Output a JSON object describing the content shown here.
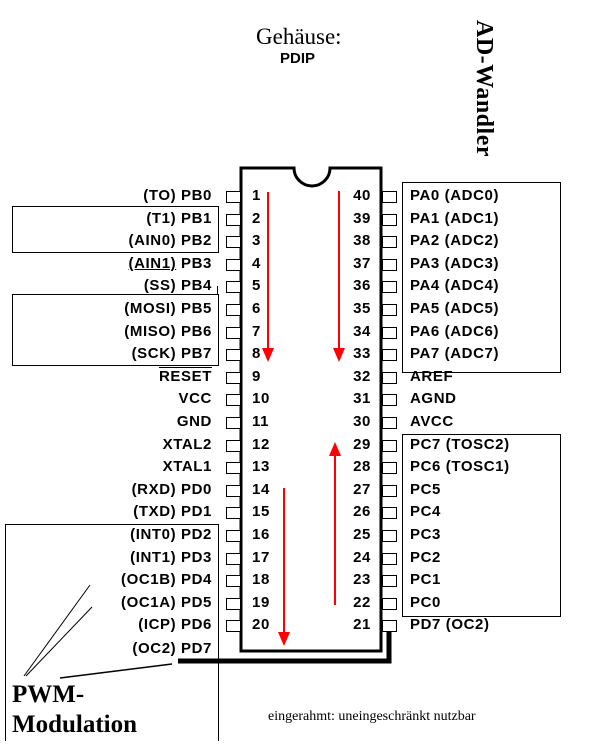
{
  "header": {
    "title": "Gehäuse:",
    "package": "PDIP",
    "side_note": "AD-Wandler"
  },
  "chip": {
    "left_pins": [
      {
        "num": "1",
        "func": "(TO)",
        "name": "PB0"
      },
      {
        "num": "2",
        "func": "(T1)",
        "name": "PB1"
      },
      {
        "num": "3",
        "func": "(AIN0)",
        "name": "PB2"
      },
      {
        "num": "4",
        "func": "(AIN1)",
        "name": "PB3"
      },
      {
        "num": "5",
        "func": "(SS)",
        "name": "PB4"
      },
      {
        "num": "6",
        "func": "(MOSI)",
        "name": "PB5"
      },
      {
        "num": "7",
        "func": "(MISO)",
        "name": "PB6"
      },
      {
        "num": "8",
        "func": "(SCK)",
        "name": "PB7"
      },
      {
        "num": "9",
        "func": "",
        "name": "RESET"
      },
      {
        "num": "10",
        "func": "",
        "name": "VCC"
      },
      {
        "num": "11",
        "func": "",
        "name": "GND"
      },
      {
        "num": "12",
        "func": "",
        "name": "XTAL2"
      },
      {
        "num": "13",
        "func": "",
        "name": "XTAL1"
      },
      {
        "num": "14",
        "func": "(RXD)",
        "name": "PD0"
      },
      {
        "num": "15",
        "func": "(TXD)",
        "name": "PD1"
      },
      {
        "num": "16",
        "func": "(INT0)",
        "name": "PD2"
      },
      {
        "num": "17",
        "func": "(INT1)",
        "name": "PD3"
      },
      {
        "num": "18",
        "func": "(OC1B)",
        "name": "PD4"
      },
      {
        "num": "19",
        "func": "(OC1A)",
        "name": "PD5"
      },
      {
        "num": "20",
        "func": "(ICP)",
        "name": "PD6"
      }
    ],
    "right_pins": [
      {
        "num": "40",
        "label": "PA0 (ADC0)"
      },
      {
        "num": "39",
        "label": "PA1 (ADC1)"
      },
      {
        "num": "38",
        "label": "PA2 (ADC2)"
      },
      {
        "num": "37",
        "label": "PA3 (ADC3)"
      },
      {
        "num": "36",
        "label": "PA4 (ADC4)"
      },
      {
        "num": "35",
        "label": "PA5 (ADC5)"
      },
      {
        "num": "34",
        "label": "PA6 (ADC6)"
      },
      {
        "num": "33",
        "label": "PA7 (ADC7)"
      },
      {
        "num": "32",
        "label": "AREF"
      },
      {
        "num": "31",
        "label": "AGND"
      },
      {
        "num": "30",
        "label": "AVCC"
      },
      {
        "num": "29",
        "label": "PC7 (TOSC2)"
      },
      {
        "num": "28",
        "label": "PC6 (TOSC1)"
      },
      {
        "num": "27",
        "label": "PC5"
      },
      {
        "num": "26",
        "label": "PC4"
      },
      {
        "num": "25",
        "label": "PC3"
      },
      {
        "num": "24",
        "label": "PC2"
      },
      {
        "num": "23",
        "label": "PC1"
      },
      {
        "num": "22",
        "label": "PC0"
      },
      {
        "num": "21",
        "label": "PD7 (OC2)"
      }
    ]
  },
  "pd7_remote_label": "(OC2) PD7",
  "pwm_note": {
    "line1": "PWM-",
    "line2": "Modulation"
  },
  "footnote": "eingerahmt: uneingeschränkt nutzbar",
  "colors": {
    "arrow": "#ff0000",
    "line": "#000000",
    "background": "#ffffff"
  }
}
